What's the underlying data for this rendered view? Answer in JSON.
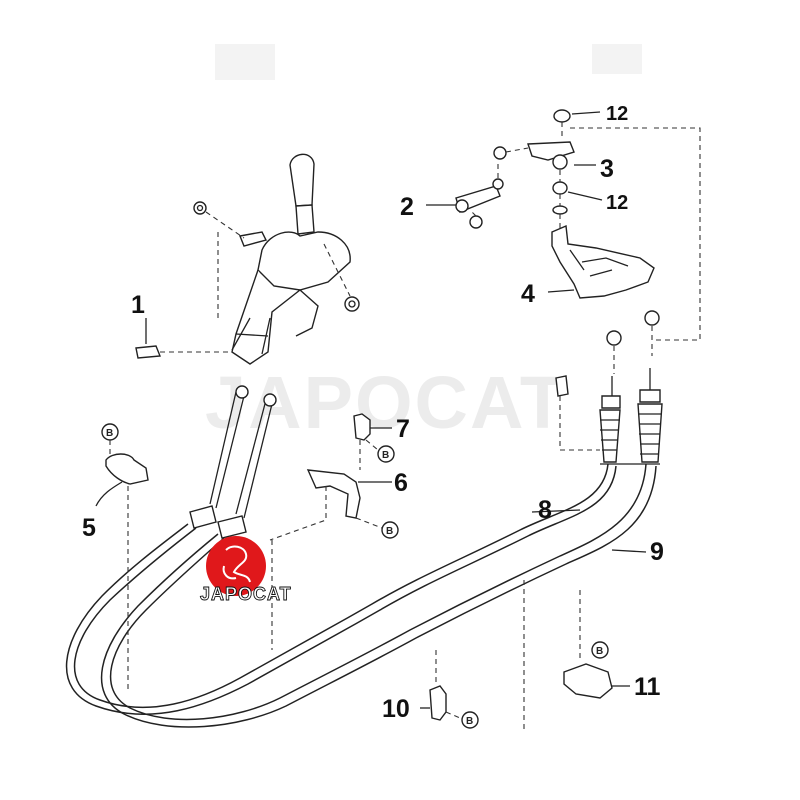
{
  "watermark": {
    "text": "JAPOCAT"
  },
  "logo": {
    "text": "JAPOCAT",
    "color": "#e0181b"
  },
  "bolt_symbol": "B",
  "callouts": {
    "c1": "1",
    "c2": "2",
    "c3": "3",
    "c4": "4",
    "c5": "5",
    "c6": "6",
    "c7": "7",
    "c8": "8",
    "c9": "9",
    "c10": "10",
    "c11": "11",
    "c12a": "12",
    "c12b": "12"
  }
}
